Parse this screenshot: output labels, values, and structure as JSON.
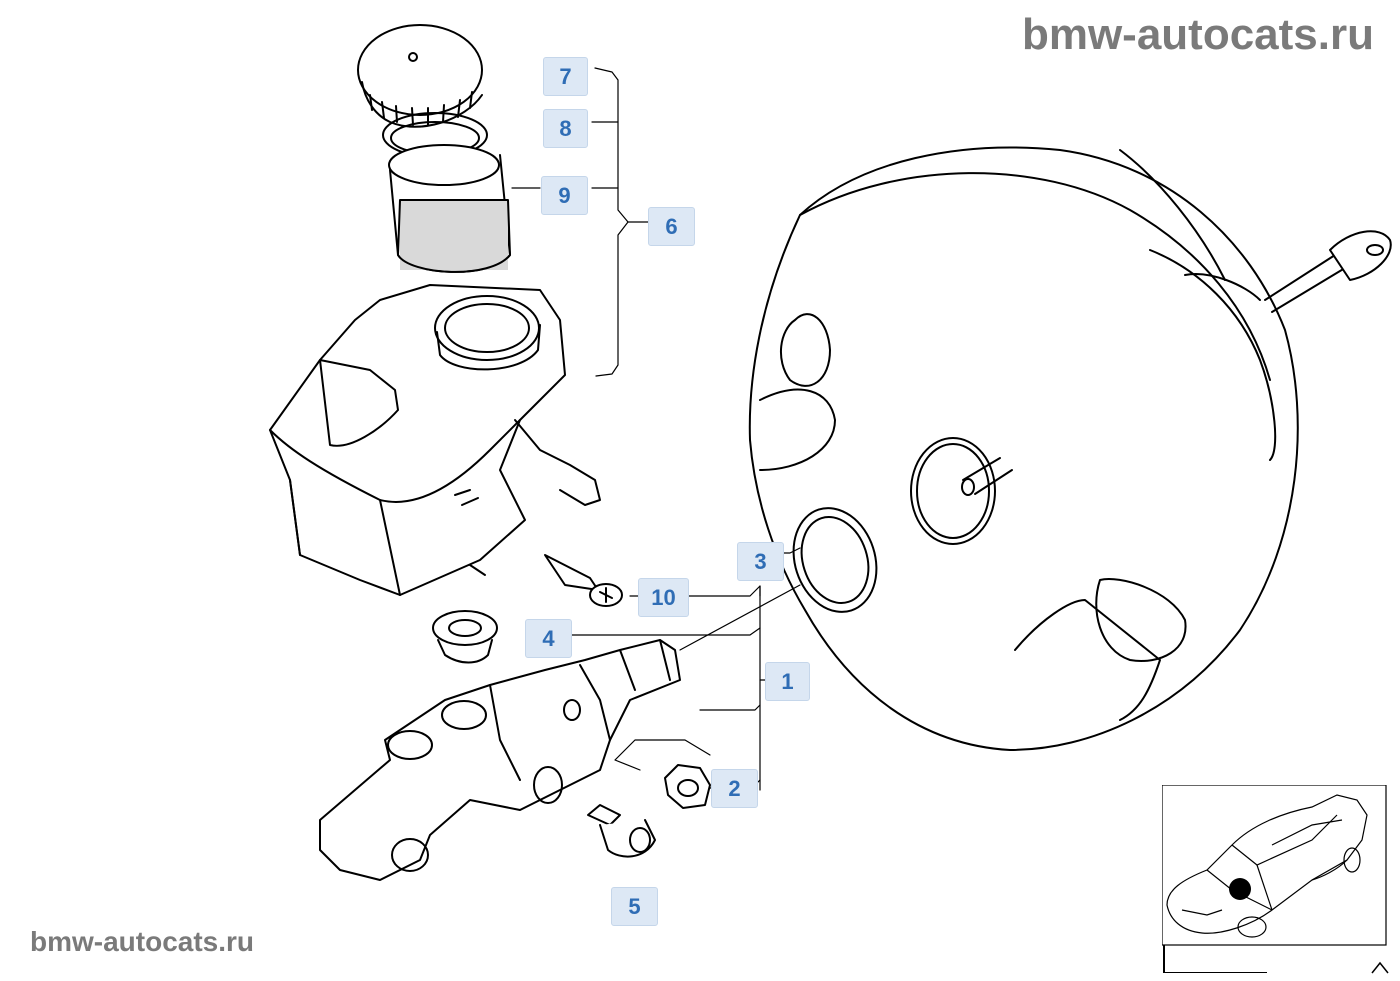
{
  "watermark": {
    "top": "bmw-autocats.ru",
    "bottom": "bmw-autocats.ru"
  },
  "callouts": [
    {
      "id": "7",
      "label": "7"
    },
    {
      "id": "8",
      "label": "8"
    },
    {
      "id": "9",
      "label": "9"
    },
    {
      "id": "6",
      "label": "6"
    },
    {
      "id": "3",
      "label": "3"
    },
    {
      "id": "10",
      "label": "10"
    },
    {
      "id": "4",
      "label": "4"
    },
    {
      "id": "1",
      "label": "1"
    },
    {
      "id": "2",
      "label": "2"
    },
    {
      "id": "5",
      "label": "5"
    }
  ],
  "colors": {
    "callout_bg": "#dde8f5",
    "callout_text": "#2f6db5",
    "watermark": "#7a7a7a",
    "line": "#000000"
  },
  "icons": {
    "thumbnail": "car-location-thumbnail-icon",
    "corner": "triangle-icon"
  }
}
